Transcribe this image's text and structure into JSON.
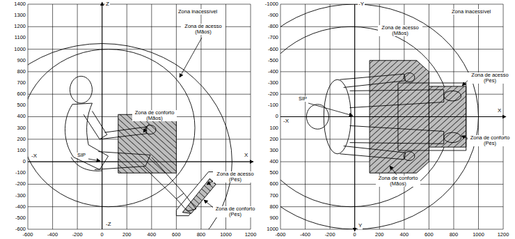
{
  "diagram": {
    "labels": [
      "Zona inacessível",
      "Z",
      "Zona de acesso (Mãos)",
      "Zona de conforto (Mãos)",
      "SIP",
      "-X",
      "X",
      "Zona de acesso (Pés)",
      "Zona de conforto (Pés)",
      "-Z",
      "1400",
      "1300",
      "1200",
      "1100",
      "1000",
      "900",
      "800",
      "700",
      "600",
      "500",
      "400",
      "300",
      "200",
      "100",
      "0",
      "-100",
      "-200",
      "-300",
      "-400",
      "-500",
      "-600",
      "-600",
      "-400",
      "-200",
      "0",
      "200",
      "400",
      "600",
      "800",
      "1000",
      "1200",
      "-Y",
      "Zona inacessível",
      "Zona de acesso (Mãos)",
      "Zona de acesso (Pés)",
      "SIP",
      "-X",
      "X",
      "Zona de conforto (Pés)",
      "Zona de conforto (Mãos)",
      "Y",
      "-1000",
      "-900",
      "-800",
      "-700",
      "-600",
      "-500",
      "-400",
      "-300",
      "-200",
      "-100",
      "0",
      "100",
      "200",
      "300",
      "400",
      "500",
      "600",
      "700",
      "800",
      "900",
      "1000",
      "-600",
      "-400",
      "-200",
      "0",
      "200",
      "400",
      "600",
      "800",
      "1000",
      "1200"
    ]
  }
}
